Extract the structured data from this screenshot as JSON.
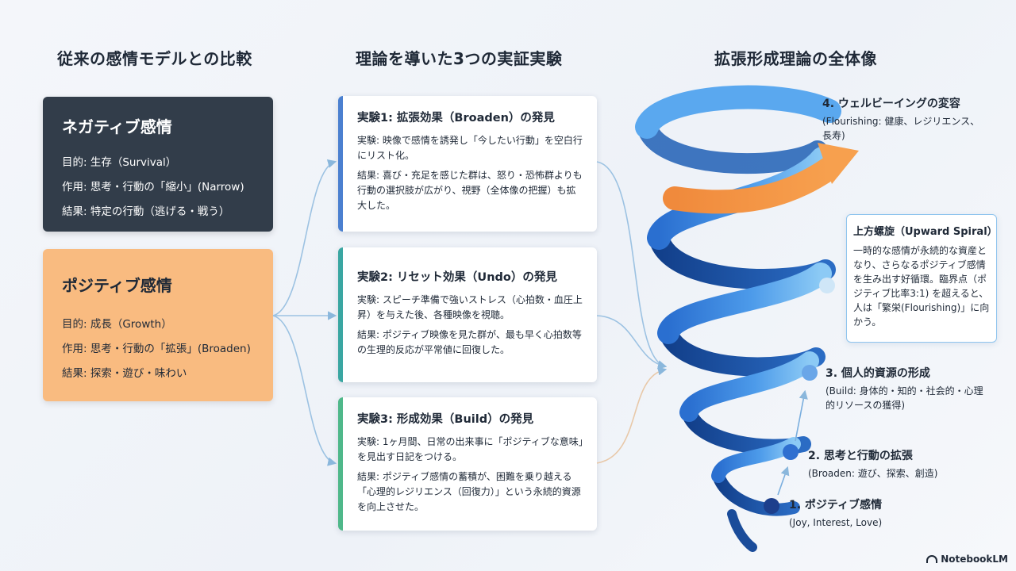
{
  "columns": {
    "left_title": "従来の感情モデルとの比較",
    "middle_title": "理論を導いた3つの実証実験",
    "right_title": "拡張形成理論の全体像"
  },
  "negative": {
    "title": "ネガティブ感情",
    "purpose": "目的: 生存（Survival）",
    "effect": "作用: 思考・行動の「縮小」(Narrow)",
    "result": "結果: 特定の行動（逃げる・戦う）"
  },
  "positive": {
    "title": "ポジティブ感情",
    "purpose": "目的: 成長（Growth）",
    "effect": "作用: 思考・行動の「拡張」(Broaden)",
    "result": "結果: 探索・遊び・味わい"
  },
  "experiments": [
    {
      "title": "実験1: 拡張効果（Broaden）の発見",
      "method": "実験: 映像で感情を誘発し「今したい行動」を空白行にリスト化。",
      "result": "結果: 喜び・充足を感じた群は、怒り・恐怖群よりも行動の選択肢が広がり、視野（全体像の把握）も拡大した。"
    },
    {
      "title": "実験2: リセット効果（Undo）の発見",
      "method": "実験: スピーチ準備で強いストレス（心拍数・血圧上昇）を与えた後、各種映像を視聴。",
      "result": "結果: ポジティブ映像を見た群が、最も早く心拍数等の生理的反応が平常値に回復した。"
    },
    {
      "title": "実験3: 形成効果（Build）の発見",
      "method": "実験: 1ヶ月間、日常の出来事に「ポジティブな意味」を見出す日記をつける。",
      "result": "結果: ポジティブ感情の蓄積が、困難を乗り越える「心理的レジリエンス（回復力）」という永続的資源を向上させた。"
    }
  ],
  "steps": {
    "s1": {
      "title": "1. ポジティブ感情",
      "sub": "(Joy, Interest, Love)"
    },
    "s2": {
      "title": "2. 思考と行動の拡張",
      "sub": "(Broaden: 遊び、探索、創造)"
    },
    "s3": {
      "title": "3. 個人的資源の形成",
      "sub": "(Build: 身体的・知的・社会的・心理的リソースの獲得)"
    },
    "s4": {
      "title": "4. ウェルビーイングの変容",
      "sub": "(Flourishing: 健康、レジリエンス、長寿)"
    }
  },
  "callout": {
    "title": "上方螺旋（Upward Spiral）",
    "body": "一時的な感情が永続的な資産となり、さらなるポジティブ感情を生み出す好循環。臨界点（ポジティブ比率3:1) を超えると、人は「繁栄(Flourishing)」に向かう。"
  },
  "brand": "NotebookLM",
  "colors": {
    "negative_card": "#323d4a",
    "positive_card": "#f9bb80",
    "spiral_blue": "#2f7fd6",
    "spiral_orange": "#f5873a",
    "connector": "#8ab7dc"
  }
}
